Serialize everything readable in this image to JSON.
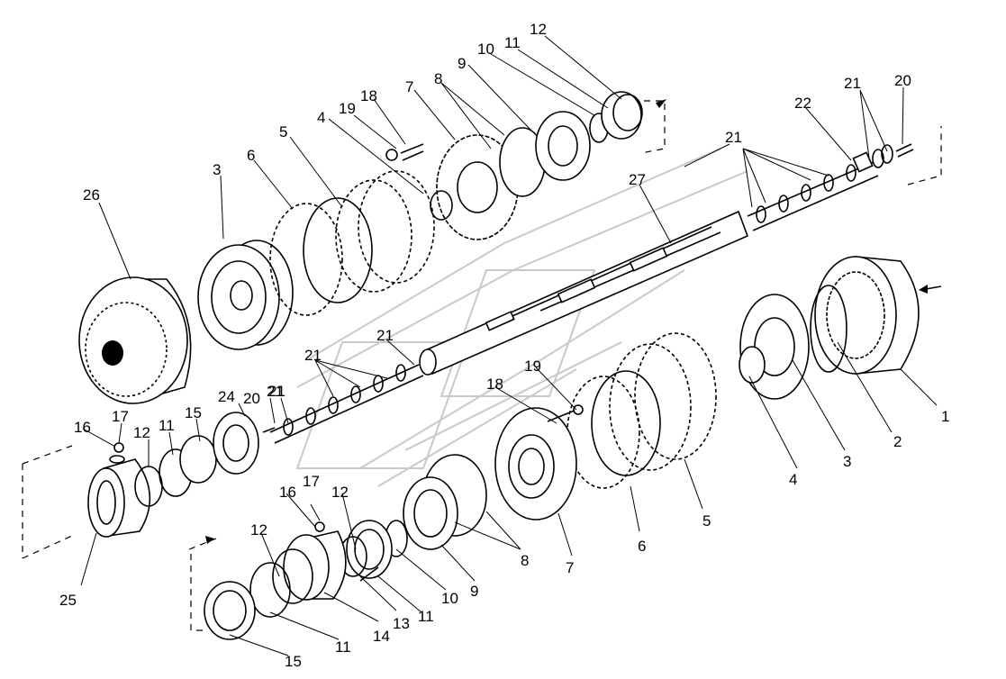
{
  "part_numbers": {
    "top": [
      "12",
      "11",
      "10",
      "9",
      "8",
      "7",
      "18",
      "19",
      "4",
      "5",
      "6",
      "3",
      "26"
    ],
    "right_shaft": [
      "21",
      "20",
      "22",
      "21",
      "27"
    ],
    "left_shaft": [
      "21",
      "21",
      "21",
      "24",
      "20",
      "21"
    ],
    "right_assembly": [
      "1",
      "2",
      "3",
      "4",
      "5",
      "6",
      "7",
      "8",
      "9",
      "19",
      "18"
    ],
    "left_group": [
      "17",
      "16",
      "12",
      "11",
      "15",
      "25"
    ],
    "bottom_group": [
      "16",
      "17",
      "12",
      "12",
      "11",
      "15",
      "14",
      "13",
      "11",
      "10"
    ]
  }
}
